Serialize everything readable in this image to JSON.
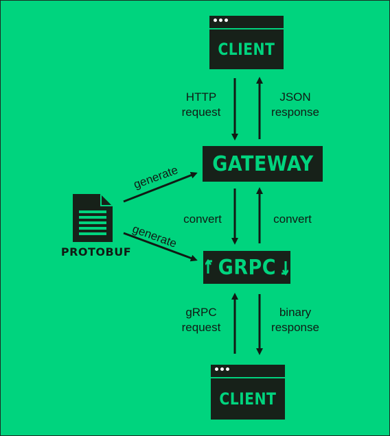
{
  "colors": {
    "background": "#00d47e",
    "box": "#172119",
    "text": "#111a14",
    "box_text": "#00d47e"
  },
  "nodes": {
    "client_top": "CLIENT",
    "gateway": "Gateway",
    "grpc": "gRPC",
    "client_bottom": "CLIENT",
    "protobuf": "Protobuf"
  },
  "edges": {
    "http_request": [
      "HTTP",
      "request"
    ],
    "json_response": [
      "JSON",
      "response"
    ],
    "convert_down": "convert",
    "convert_up": "convert",
    "grpc_request": [
      "gRPC",
      "request"
    ],
    "binary_response": [
      "binary",
      "response"
    ],
    "generate_gateway": "generate",
    "generate_grpc": "generate"
  },
  "icons": [
    "document-icon",
    "window-dots-icon",
    "grpc-bracket-icon"
  ]
}
